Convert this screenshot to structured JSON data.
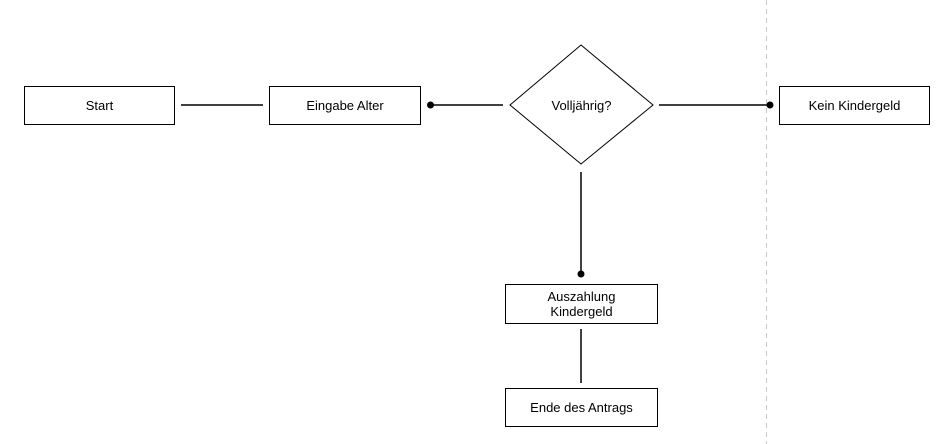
{
  "nodes": {
    "start": "Start",
    "input_age": "Eingabe Alter",
    "decision": "Volljährig?",
    "no_benefit": "Kein Kindergeld",
    "payout_line1": "Auszahlung",
    "payout_line2": "Kindergeld",
    "end": "Ende des Antrags"
  }
}
